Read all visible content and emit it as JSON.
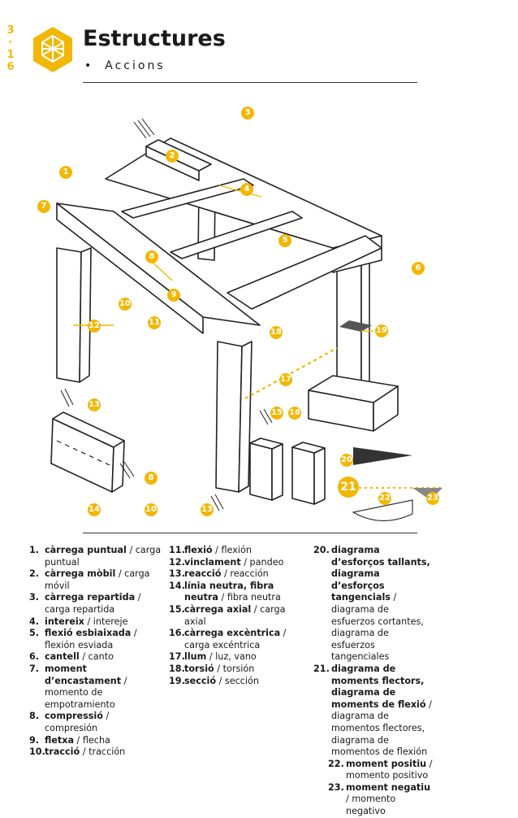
{
  "page_number": [
    "3",
    "·",
    "1",
    "6"
  ],
  "header": {
    "title": "Estructures",
    "subtitle_bullet": "•",
    "subtitle": "Accions"
  },
  "colors": {
    "accent": "#f2b705",
    "text": "#1a1a1a"
  },
  "figure": {
    "badges": [
      "1",
      "2",
      "3",
      "4",
      "5",
      "6",
      "7",
      "8",
      "9",
      "10",
      "11",
      "12",
      "13",
      "14",
      "15",
      "16",
      "17",
      "18",
      "19",
      "20",
      "21",
      "22",
      "23",
      "8",
      "10",
      "13"
    ]
  },
  "legend": {
    "col1": [
      {
        "n": "1.",
        "term": "càrrega puntual",
        "rest": " / carga puntual"
      },
      {
        "n": "2.",
        "term": "càrrega mòbil",
        "rest": " / carga móvil"
      },
      {
        "n": "3.",
        "term": "càrrega repartida",
        "rest": " / carga repartida"
      },
      {
        "n": "4.",
        "term": "intereix",
        "rest": " / intereje"
      },
      {
        "n": "5.",
        "term": "flexió esbiaixada",
        "rest": " / flexión esviada"
      },
      {
        "n": "6.",
        "term": "cantell",
        "rest": " / canto"
      },
      {
        "n": "7.",
        "term": "moment d’encastament",
        "rest": " / momento de empotramiento"
      },
      {
        "n": "8.",
        "term": "compressió",
        "rest": " / compresión"
      },
      {
        "n": "9.",
        "term": "fletxa",
        "rest": " / flecha"
      },
      {
        "n": "10.",
        "term": "tracció",
        "rest": " / tracción"
      }
    ],
    "col2": [
      {
        "n": "11.",
        "term": "flexió",
        "rest": " / flexión"
      },
      {
        "n": "12.",
        "term": "vinclament",
        "rest": " / pandeo"
      },
      {
        "n": "13.",
        "term": "reacció",
        "rest": " / reacción"
      },
      {
        "n": "14.",
        "term": "línia neutra, fibra neutra",
        "rest": " / fibra neutra"
      },
      {
        "n": "15.",
        "term": "càrrega axial",
        "rest": " / carga axial"
      },
      {
        "n": "16.",
        "term": "càrrega excèntrica",
        "rest": " / carga excéntrica"
      },
      {
        "n": "17.",
        "term": "llum",
        "rest": " / luz, vano"
      },
      {
        "n": "18.",
        "term": "torsió",
        "rest": " / torsión"
      },
      {
        "n": "19.",
        "term": "secció",
        "rest": " / sección"
      }
    ],
    "col3": [
      {
        "n": "20.",
        "term": "diagrama d’esforços tallants, diagrama d’esforços tangencials",
        "rest": " / diagrama de esfuerzos cortantes, diagrama de esfuerzos tangenciales"
      },
      {
        "n": "21.",
        "term": "diagrama de moments flectors, diagrama de moments de flexió",
        "rest": " / diagrama de momentos flectores, diagrama de momentos de flexión"
      }
    ],
    "col3_sub": [
      {
        "n": "22.",
        "term": "moment positiu",
        "rest": " / momento positivo"
      },
      {
        "n": "23.",
        "term": "moment negatiu",
        "rest": " / momento negativo"
      }
    ]
  }
}
